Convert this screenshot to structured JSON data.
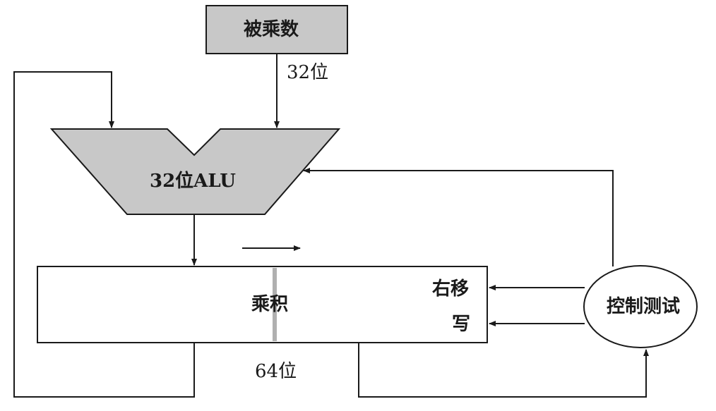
{
  "blocks": {
    "multiplicand": "被乘数",
    "alu": "32位ALU",
    "product": "乘积",
    "control": "控制测试"
  },
  "labels": {
    "multiplicand_width": "32位",
    "product_width": "64位",
    "shift_right": "右移",
    "write": "写"
  },
  "colors": {
    "fill_gray": "#c8c8c8",
    "stroke": "#1a1a1a",
    "divider": "#b0b0b0"
  }
}
